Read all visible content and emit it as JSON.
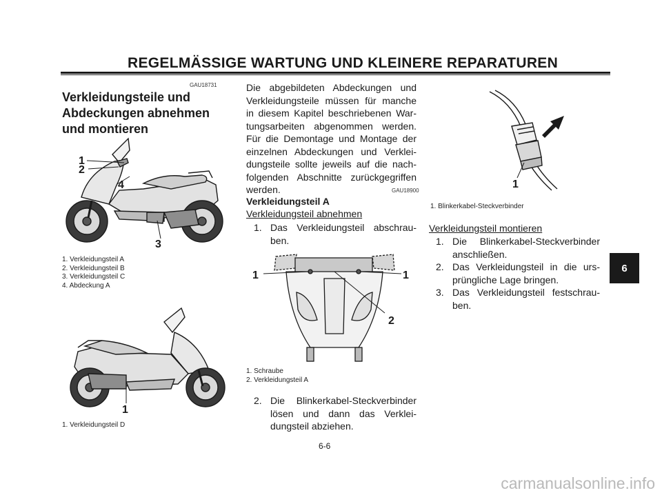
{
  "header": {
    "title": "REGELMÄSSIGE WARTUNG UND KLEINERE REPARATUREN"
  },
  "left": {
    "code": "GAU18731",
    "section_title_lines": [
      "Verkleidungsteile und",
      "Abdeckungen abnehmen",
      "und montieren"
    ],
    "figure1_labels": [
      "1",
      "2",
      "3",
      "4"
    ],
    "figure1_caption": [
      "1. Verkleidungsteil A",
      "2. Verkleidungsteil B",
      "3. Verkleidungsteil C",
      "4. Abdeckung A"
    ],
    "figure2_labels": [
      "1"
    ],
    "figure2_caption": [
      "1. Verkleidungsteil D"
    ]
  },
  "middle": {
    "intro": "Die abgebildeten Abdeckungen und Verkleidungsteile müssen für manche in diesem Kapitel beschriebenen War-tungsarbeiten abgenommen werden. Für die Demontage und Montage der einzelnen Abdeckungen und Verklei-dungsteile sollte jeweils auf die nach-folgenden Abschnitte zurückgegriffen werden.",
    "code": "GAU18900",
    "subhead": "Verkleidungsteil A",
    "remove_heading": "Verkleidungsteil abnehmen",
    "step1_num": "1.",
    "step1_text": "Das Verkleidungsteil abschrau-ben.",
    "figure_labels": [
      "1",
      "1",
      "2"
    ],
    "figure_caption": [
      "1. Schraube",
      "2. Verkleidungsteil A"
    ],
    "step2_num": "2.",
    "step2_text": "Die Blinkerkabel-Steckverbinder lösen und dann das Verklei-dungsteil abziehen."
  },
  "right": {
    "figure_labels": [
      "1"
    ],
    "figure_caption": [
      "1. Blinkerkabel-Steckverbinder"
    ],
    "install_heading": "Verkleidungsteil montieren",
    "steps": [
      {
        "num": "1.",
        "text": "Die Blinkerkabel-Steckverbinder anschließen."
      },
      {
        "num": "2.",
        "text": "Das Verkleidungsteil in die urs-prüngliche Lage bringen."
      },
      {
        "num": "3.",
        "text": "Das Verkleidungsteil festschrau-ben."
      }
    ]
  },
  "page_number": "6-6",
  "chapter_tab": "6",
  "watermark": "carmanualsonline.info"
}
